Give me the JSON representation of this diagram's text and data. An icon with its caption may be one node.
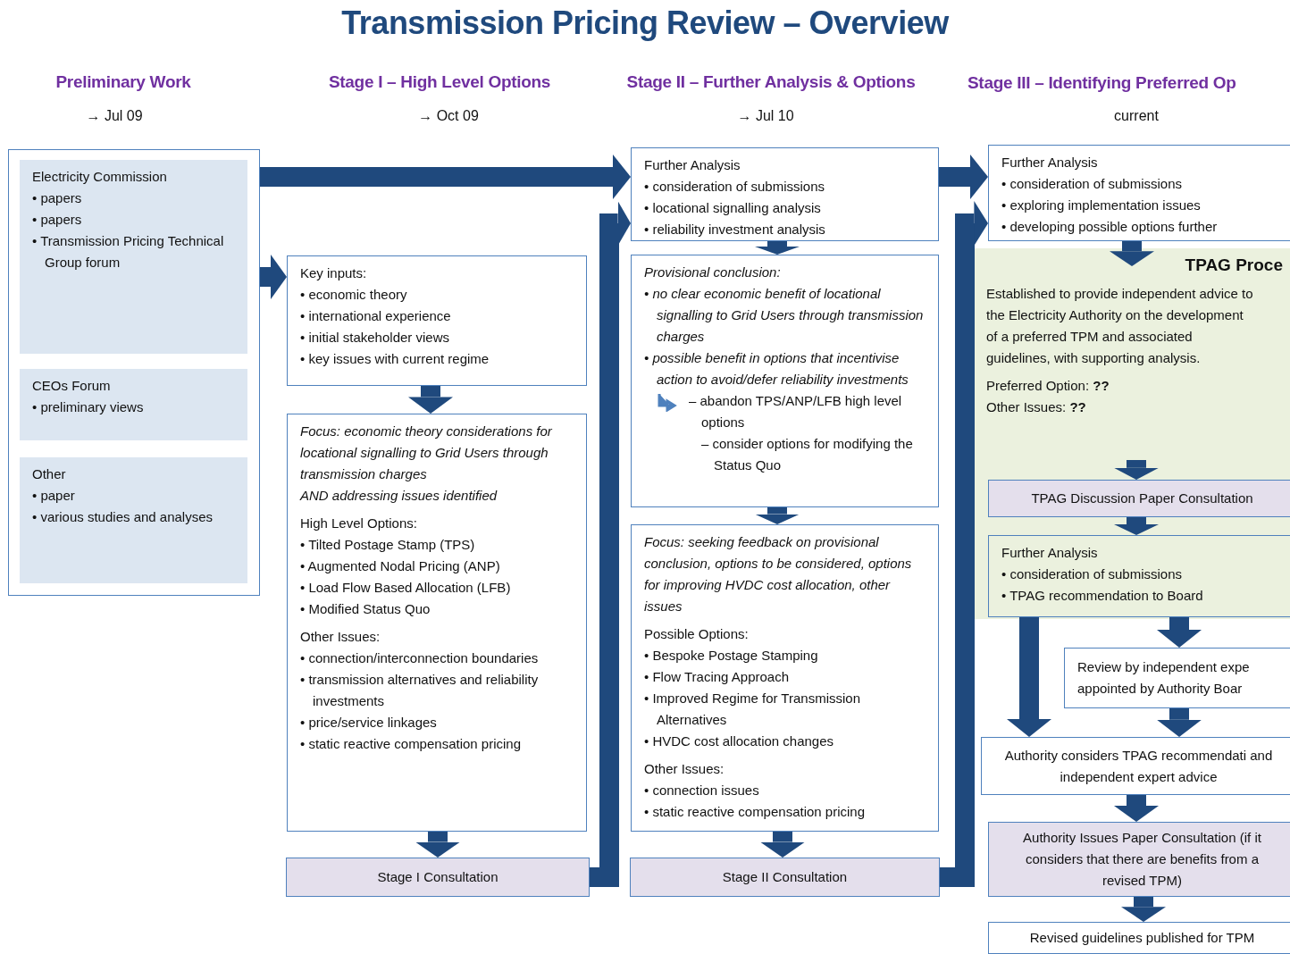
{
  "diagram": {
    "title": "Transmission Pricing Review – Overview",
    "nodes": [
      {
        "text": [],
        "shape": "box"
      },
      {
        "text": [
          "Electricity Commission",
          "• papers",
          "• papers",
          "• Transmission Pricing Technical Group forum"
        ],
        "in": 0
      },
      {
        "text": [
          "CEOs Forum",
          "• preliminary views"
        ],
        "in": 0
      },
      {
        "text": [
          "Other",
          "• paper",
          "• various studies and analyses"
        ],
        "in": 0
      },
      {
        "text": [
          "Key inputs:",
          "• economic theory",
          "• international experience",
          "• initial stakeholder views",
          "• key issues with current regime"
        ]
      },
      {
        "text": [
          "Focus: economic theory considerations for locational signalling to Grid Users through transmission charges",
          "AND addressing issues identified",
          "High Level Options:",
          "• Tilted Postage Stamp (TPS)",
          "• Augmented Nodal Pricing (ANP)",
          "• Load Flow Based Allocation (LFB)",
          "• Modified Status Quo",
          "Other Issues:",
          "• connection/interconnection boundaries",
          "• transmission alternatives and reliability investments",
          "• price/service linkages",
          "• static reactive compensation pricing"
        ]
      },
      {
        "text": [
          "Stage I Consultation"
        ]
      },
      {
        "text": [
          "Further Analysis",
          "• consideration of submissions",
          "• locational signalling analysis",
          "• reliability investment analysis"
        ]
      },
      {
        "text": [
          "Provisional conclusion:",
          "• no clear economic benefit of locational signalling to Grid Users through transmission charges",
          "• possible benefit in options that incentivise action to avoid/defer reliability investments",
          "– abandon TPS/ANP/LFB high level options",
          "– consider options for modifying the Status Quo"
        ]
      },
      {
        "text": [
          "Focus: seeking feedback on provisional conclusion, options to be considered, options for improving HVDC cost allocation, other issues",
          "Possible Options:",
          "• Bespoke Postage Stamping",
          "• Flow Tracing Approach",
          "• Improved Regime for Transmission Alternatives",
          "• HVDC cost allocation changes",
          "Other Issues:",
          "• connection issues",
          "• static reactive compensation pricing"
        ]
      },
      {
        "text": [
          "Stage II Consultation"
        ]
      },
      {
        "text": [
          "Further Analysis",
          "• consideration of submissions",
          "• exploring implementation issues",
          "• developing possible options further"
        ]
      },
      {
        "text": [
          "TPAG Proce",
          "Established to provide independent advice to the Electricity Authority on the development of a preferred TPM and associated guidelines, with supporting analysis.",
          "Preferred Option:  **??**",
          "Other Issues:  **??**"
        ]
      },
      {
        "text": [
          "TPAG Discussion Paper Consultation"
        ],
        "in": 12
      },
      {
        "text": [
          "Further Analysis",
          "• consideration of submissions",
          "• TPAG recommendation to Board"
        ],
        "in": 12
      },
      {
        "text": [
          "Review by independent expe appointed by Authority Boar"
        ]
      },
      {
        "text": [
          "Authority considers TPAG recommendati and independent expert advice"
        ]
      },
      {
        "text": [
          "Authority Issues Paper Consultation (if it considers that there are benefits from a revised TPM)"
        ]
      },
      {
        "text": [
          "Revised guidelines published for TPM"
        ]
      }
    ],
    "edges": [
      {
        "from": 0,
        "to": 7,
        "arrow": "to"
      },
      {
        "from": 0,
        "to": 4,
        "arrow": "to"
      },
      {
        "from": 4,
        "to": 5,
        "arrow": "to"
      },
      {
        "from": 5,
        "to": 6,
        "arrow": "to"
      },
      {
        "from": 6,
        "to": 7,
        "arrow": "to"
      },
      {
        "from": 7,
        "to": 8,
        "arrow": "to"
      },
      {
        "from": 8,
        "to": 9,
        "arrow": "to"
      },
      {
        "from": 9,
        "to": 10,
        "arrow": "to"
      },
      {
        "from": 7,
        "to": 11,
        "arrow": "to"
      },
      {
        "from": 10,
        "to": 11,
        "arrow": "to"
      },
      {
        "from": 11,
        "to": 12,
        "arrow": "to"
      },
      {
        "from": null,
        "to": 13,
        "arrow": "to"
      },
      {
        "from": 13,
        "to": 14,
        "arrow": "to"
      },
      {
        "from": 14,
        "to": 15,
        "arrow": "to"
      },
      {
        "from": 14,
        "to": 16,
        "arrow": "to"
      },
      {
        "from": 15,
        "to": 16,
        "arrow": "to"
      },
      {
        "from": 16,
        "to": 17,
        "arrow": "to"
      },
      {
        "from": 17,
        "to": 18,
        "arrow": "to"
      }
    ],
    "labels": [
      "Preliminary Work",
      "Stage I – High Level Options",
      "Stage II – Further Analysis & Options",
      "Stage III – Identifying Preferred Op",
      "→ Jul 09",
      "→ Oct 09",
      "→ Jul 10",
      "current"
    ]
  }
}
